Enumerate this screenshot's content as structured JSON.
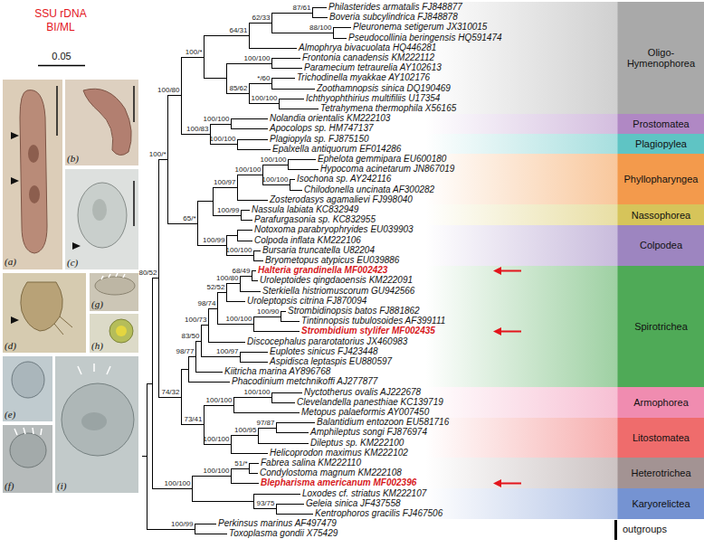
{
  "diagram": {
    "title": "SSU rDNA BI/ML",
    "nodes": [
      {
        "text": [
          "Oligo- Hymenophorea"
        ]
      },
      {
        "text": [
          "Prostomatea"
        ]
      },
      {
        "text": [
          "Plagiopylea"
        ]
      },
      {
        "text": [
          "Phyllopharyngea"
        ]
      },
      {
        "text": [
          "Nassophorea"
        ]
      },
      {
        "text": [
          "Colpodea"
        ]
      },
      {
        "text": [
          "Spirotrichea"
        ]
      },
      {
        "text": [
          "Armophorea"
        ]
      },
      {
        "text": [
          "Litostomatea"
        ]
      },
      {
        "text": [
          "Heterotrichea"
        ]
      },
      {
        "text": [
          "Karyorelictea"
        ]
      }
    ],
    "labels": [
      "0.05",
      "(a)",
      "(b)",
      "(c)",
      "(d)",
      "(g)",
      "(h)",
      "(e)",
      "(f)",
      "(i)",
      "Philasterides armatalis FJ848877",
      "Boveria subcylindrica FJ848878",
      "Pleuronema setigerum JX310015",
      "Pseudocollinia beringensis HQ591474",
      "Almophrya bivacuolata HQ446281",
      "Frontonia canadensis KM222112",
      "Paramecium tetraurelia AY102613",
      "Trichodinella myakkae AY102176",
      "Zoothamnopsis sinica DQ190469",
      "Ichthyophthirius multifiliis U17354",
      "Tetrahymena thermophila X56165",
      "Nolandia orientalis KM222103",
      "Apocolops sp. HM747137",
      "Plagiopyla sp. FJ875150",
      "Epalxella antiquorum EF014286",
      "Ephelota gemmipara EU600180",
      "Hypocoma acinetarum JN867019",
      "Isochona sp. AY242116",
      "Chilodonella uncinata AF300282",
      "Zosterodasys agamalievi FJ998040",
      "Nassula labiata KC832949",
      "Parafurgasonia sp. KC832955",
      "Notoxoma parabryophryides EU039903",
      "Colpoda inflata KM222106",
      "Bursaria truncatella U82204",
      "Bryometopus atypicus EU039886",
      "Halteria grandinella MF002423",
      "Uroleptoides qingdaoensis KM222091",
      "Sterkiella histriomuscorum GU942566",
      "Uroleptopsis citrina FJ870094",
      "Strombidinopsis batos FJ881862",
      "Tintinnopsis tubulosoides AF399111",
      "Strombidium stylifer MF002435",
      "Discocephalus pararotatorius JX460983",
      "Euplotes sinicus FJ423448",
      "Aspidisca leptaspis EU880597",
      "Kiitricha marina AY896768",
      "Phacodinium metchnikoffi AJ277877",
      "Nyctotherus ovalis AJ222678",
      "Clevelandella panesthiae KC139719",
      "Metopus palaeformis AY007450",
      "Balantidium entozoon EU581716",
      "Amphileptus songi FJ876974",
      "Dileptus sp. KM222100",
      "Helicoprodon maximus KM222102",
      "Fabrea salina KM222110",
      "Condylostoma magnum KM222108",
      "Blepharisma americanum MF002396",
      "Loxodes cf. striatus KM222107",
      "Geleia sinica JF437558",
      "Kentrophoros gracilis FJ467506",
      "Perkinsus marinus AF497479",
      "Toxoplasma gondii X75429",
      "87/61",
      "62/33",
      "64/31",
      "88/100",
      "100/*",
      "100/100",
      "*/60",
      "85/62",
      "100/100",
      "100/80",
      "100/100",
      "100/83",
      "100/100",
      "100/*",
      "100/100",
      "100/100",
      "100/100",
      "100/97",
      "65/*",
      "100/99",
      "100/99",
      "100/100",
      "68/49",
      "100/80",
      "52/52",
      "80/52",
      "98/74",
      "100/90",
      "100/73",
      "100/100",
      "83/50",
      "98/77",
      "100/97",
      "100/100",
      "74/32",
      "100/100",
      "73/41",
      "97/87",
      "100/95",
      "100/100",
      "51/*",
      "100/100",
      "100/100",
      "93/75",
      "100/99",
      "outgroups"
    ]
  }
}
